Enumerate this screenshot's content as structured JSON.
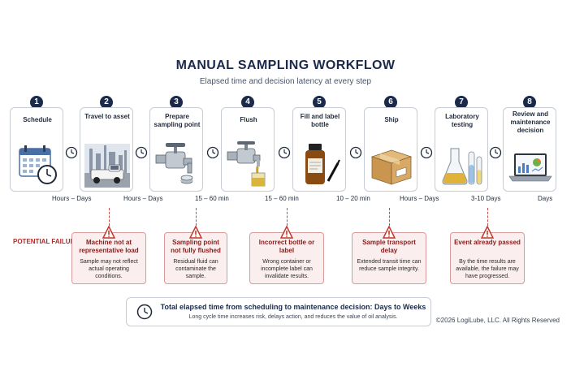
{
  "title": "MANUAL SAMPLING WORKFLOW",
  "subtitle": "Elapsed time and decision latency at every step",
  "steps": [
    {
      "number": "1",
      "label": "Schedule",
      "icon": "calendar-icon"
    },
    {
      "number": "2",
      "label": "Travel to asset",
      "icon": "truck-at-refinery-icon"
    },
    {
      "number": "3",
      "label": "Prepare sampling point",
      "icon": "valve-icon"
    },
    {
      "number": "4",
      "label": "Flush",
      "icon": "flushing-valve-icon"
    },
    {
      "number": "5",
      "label": "Fill and label bottle",
      "icon": "amber-bottle-icon"
    },
    {
      "number": "6",
      "label": "Ship",
      "icon": "shipping-box-icon"
    },
    {
      "number": "7",
      "label": "Laboratory testing",
      "icon": "lab-glassware-icon"
    },
    {
      "number": "8",
      "label": "Review and maintenance decision",
      "icon": "laptop-chart-icon"
    }
  ],
  "durations": [
    "Hours – Days",
    "Hours – Days",
    "15 – 60 min",
    "15 – 60 min",
    "10 – 20 min",
    "Hours – Days",
    "3-10  Days",
    "Days"
  ],
  "potential_failure_label": "POTENTIAL FAILURE POINTS",
  "failures": [
    {
      "title": "Machine not at representative load",
      "description": "Sample may not reflect actual operating conditions."
    },
    {
      "title": "Sampling point not fully flushed",
      "description": "Residual fluid can contaminate the sample."
    },
    {
      "title": "Incorrect bottle or label",
      "description": "Wrong container or incomplete label can invalidate results."
    },
    {
      "title": "Sample transport delay",
      "description": "Extended transit time can reduce sample integrity."
    },
    {
      "title": "Event already passed",
      "description": "By the time results are available, the failure may have progressed."
    }
  ],
  "summary": {
    "title": "Total elapsed time from scheduling to maintenance decision: Days to Weeks",
    "description": "Long cycle time increases risk, delays action, and reduces the value of oil analysis."
  },
  "copyright": "©2026 LogiLube, LLC. All Rights Reserved",
  "colors": {
    "navy": "#1b2a4a",
    "alert_red": "#c0392b",
    "alert_fill": "#fbeeee"
  }
}
